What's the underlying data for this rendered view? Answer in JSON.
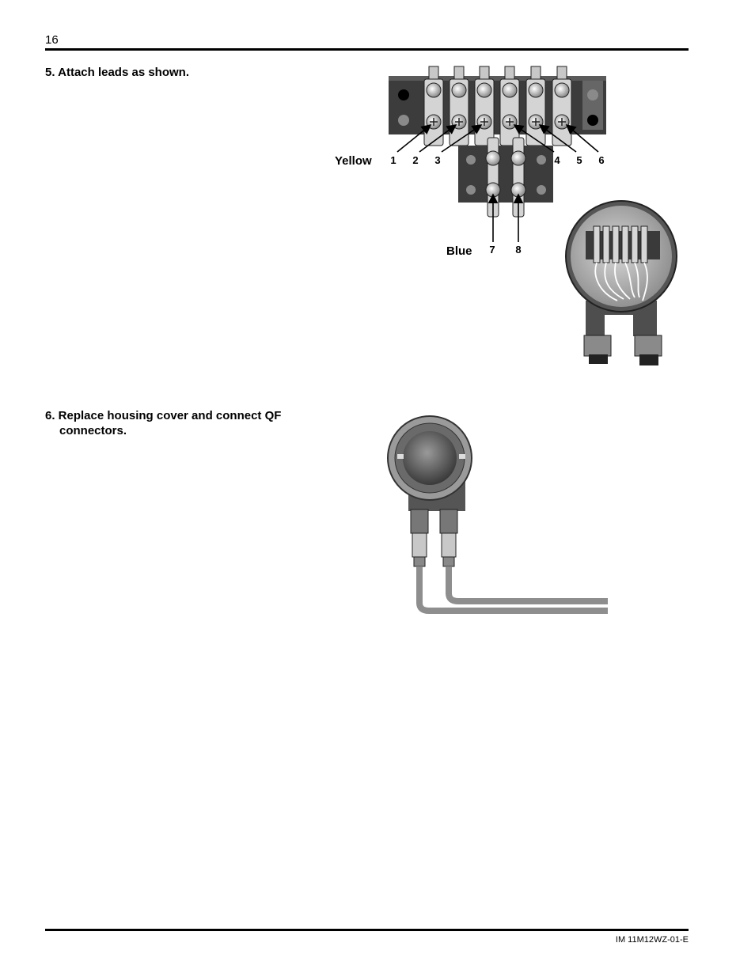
{
  "header": {
    "page_number": "16"
  },
  "steps": [
    {
      "text": "5. Attach leads as shown."
    },
    {
      "text_line1": "6. Replace housing cover and connect QF",
      "text_line2": "connectors."
    }
  ],
  "figure1": {
    "yellow_label": "Yellow",
    "blue_label": "Blue",
    "terminal_numbers": [
      "1",
      "2",
      "3",
      "4",
      "5",
      "6",
      "7",
      "8"
    ]
  },
  "footer": {
    "doc_id": "IM 11M12WZ-01-E"
  }
}
